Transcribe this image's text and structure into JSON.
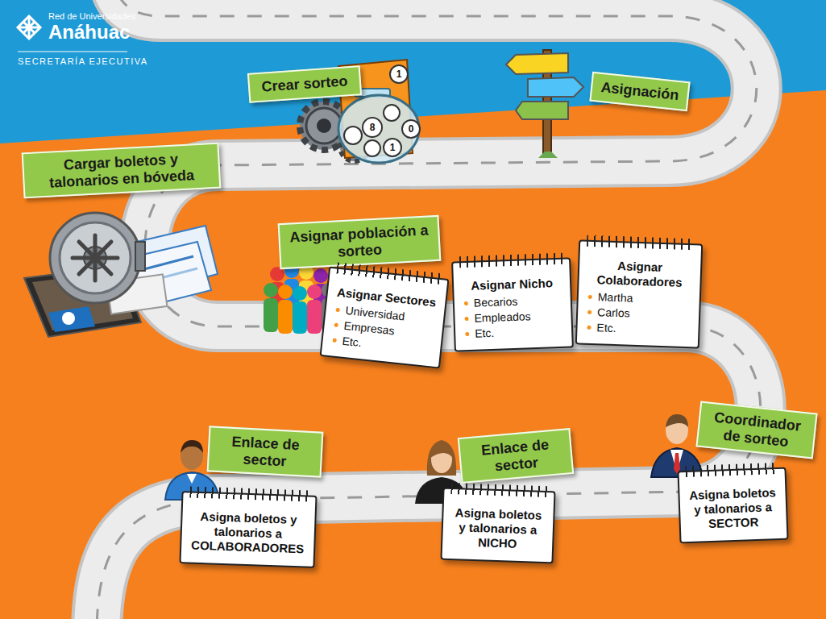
{
  "diagram": {
    "nodes": [
      {
        "text": [
          "Cargar boletos y talonarios en bóveda"
        ]
      },
      {
        "text": [
          "Crear sorteo"
        ]
      },
      {
        "text": [
          "Asignación"
        ]
      },
      {
        "text": [
          "Asignar población a sorteo"
        ]
      },
      {
        "text": [
          "Asignar Sectores",
          "Universidad",
          "Empresas",
          "Etc."
        ]
      },
      {
        "text": [
          "Asignar Nicho",
          "Becarios",
          "Empleados",
          "Etc."
        ]
      },
      {
        "text": [
          "Asignar Colaboradores",
          "Martha",
          "Carlos",
          "Etc."
        ]
      },
      {
        "text": [
          "Coordinador de sorteo"
        ]
      },
      {
        "text": [
          "Asigna boletos y talonarios a SECTOR"
        ]
      },
      {
        "text": [
          "Enlace de sector"
        ]
      },
      {
        "text": [
          "Asigna boletos y talonarios a NICHO"
        ]
      },
      {
        "text": [
          "Enlace de sector"
        ]
      },
      {
        "text": [
          "Asigna boletos y talonarios a COLABORADORES"
        ]
      }
    ],
    "labels": [
      "Red de Universidades",
      "Anáhuac",
      "SECRETARÍA EJECUTIVA",
      "1",
      "8",
      "1",
      "0"
    ]
  }
}
